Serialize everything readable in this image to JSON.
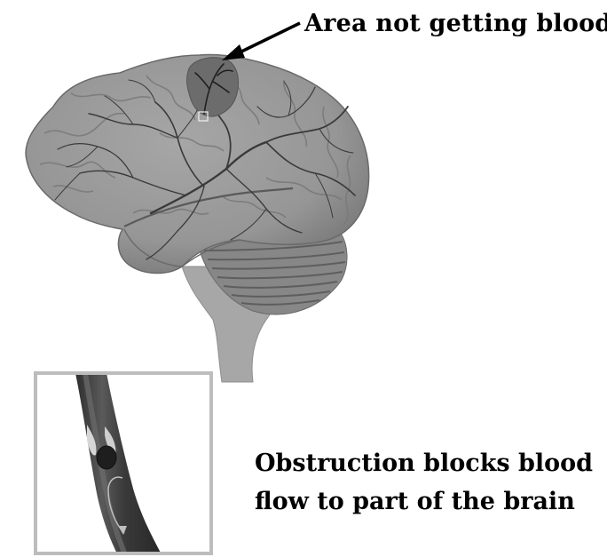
{
  "labels": {
    "area_not_getting_blood": "Area not getting blood",
    "obstruction_line1": "Obstruction blocks blood",
    "obstruction_line2": "flow to part of the brain"
  },
  "colors": {
    "brain_fill": "#9a9a9a",
    "brain_shadow": "#7d7d7d",
    "vessel": "#3c3c3c",
    "affected_area": "#6e6e6e",
    "cerebellum": "#858585",
    "brainstem": "#a8a8a8",
    "inset_border": "#bdbdbd",
    "artery_dark": "#3a3a3a",
    "artery_light": "#d9d9d9",
    "arrow": "#000000"
  },
  "icons": {
    "arrow": "arrow-pointing-down-left",
    "blood_flow": "curved-arrow-down"
  }
}
